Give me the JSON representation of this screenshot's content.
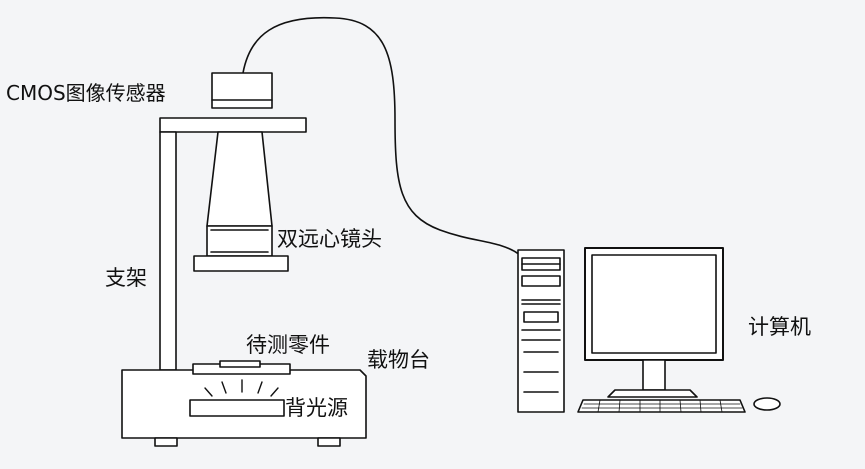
{
  "labels": {
    "cmos_sensor": "CMOS图像传感器",
    "telecentric_lens": "双远心镜头",
    "stand": "支架",
    "part_under_test": "待测零件",
    "stage": "载物台",
    "backlight": "背光源",
    "computer": "计算机"
  },
  "colors": {
    "line": "#111111",
    "background": "#f4f5f7"
  }
}
